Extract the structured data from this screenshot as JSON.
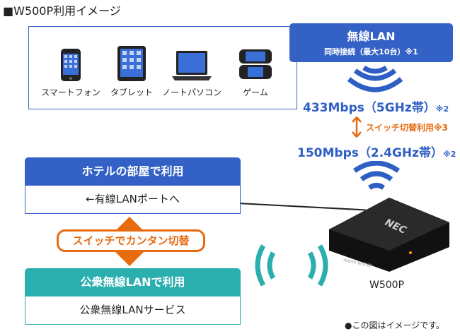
{
  "title": "■W500P利用イメージ",
  "devices": [
    {
      "label": "スマートフォン",
      "icon": "smartphone-icon"
    },
    {
      "label": "タブレット",
      "icon": "tablet-icon"
    },
    {
      "label": "ノートパソコン",
      "icon": "laptop-icon"
    },
    {
      "label": "ゲーム",
      "icon": "game-console-icon"
    }
  ],
  "wireless": {
    "title": "無線LAN",
    "subtitle": "同時接続（最大10台）※1",
    "speed5": "433Mbps（5GHz帯）",
    "speed5_note": "※2",
    "switch": "スイッチ切替利用※3",
    "speed24": "150Mbps（2.4GHz帯）",
    "speed24_note": "※2"
  },
  "hotel": {
    "title": "ホテルの部屋で利用",
    "sub": "←有線LANポートへ"
  },
  "switch_pill": "スイッチでカンタン切替",
  "public": {
    "title": "公衆無線LANで利用",
    "sub": "公衆無線LANサービス"
  },
  "router": {
    "label": "W500P",
    "brand": "NEC",
    "model": "Aterm W500P"
  },
  "note": "●この図はイメージです。",
  "colors": {
    "blue": "#3361c6",
    "teal": "#2aaeae",
    "orange": "#e86b10"
  }
}
